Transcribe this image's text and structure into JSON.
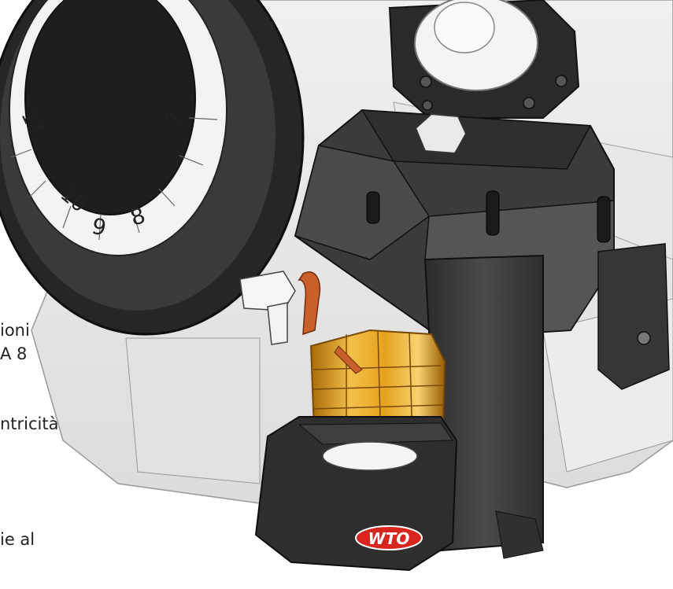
{
  "text_fragments": {
    "line1": "ioni",
    "line2": "A 8",
    "line3": "ntricità",
    "line4": "ie al"
  },
  "dial": {
    "numbers": [
      "10",
      "9",
      "8",
      "7",
      "11"
    ]
  },
  "brand": {
    "logo_text": "WTO",
    "logo_color": "#d7261e"
  },
  "colors": {
    "tool_gold": "#e6a21c",
    "housing_dark": "#3d3d3d",
    "dial_black": "#1e1e1e"
  }
}
